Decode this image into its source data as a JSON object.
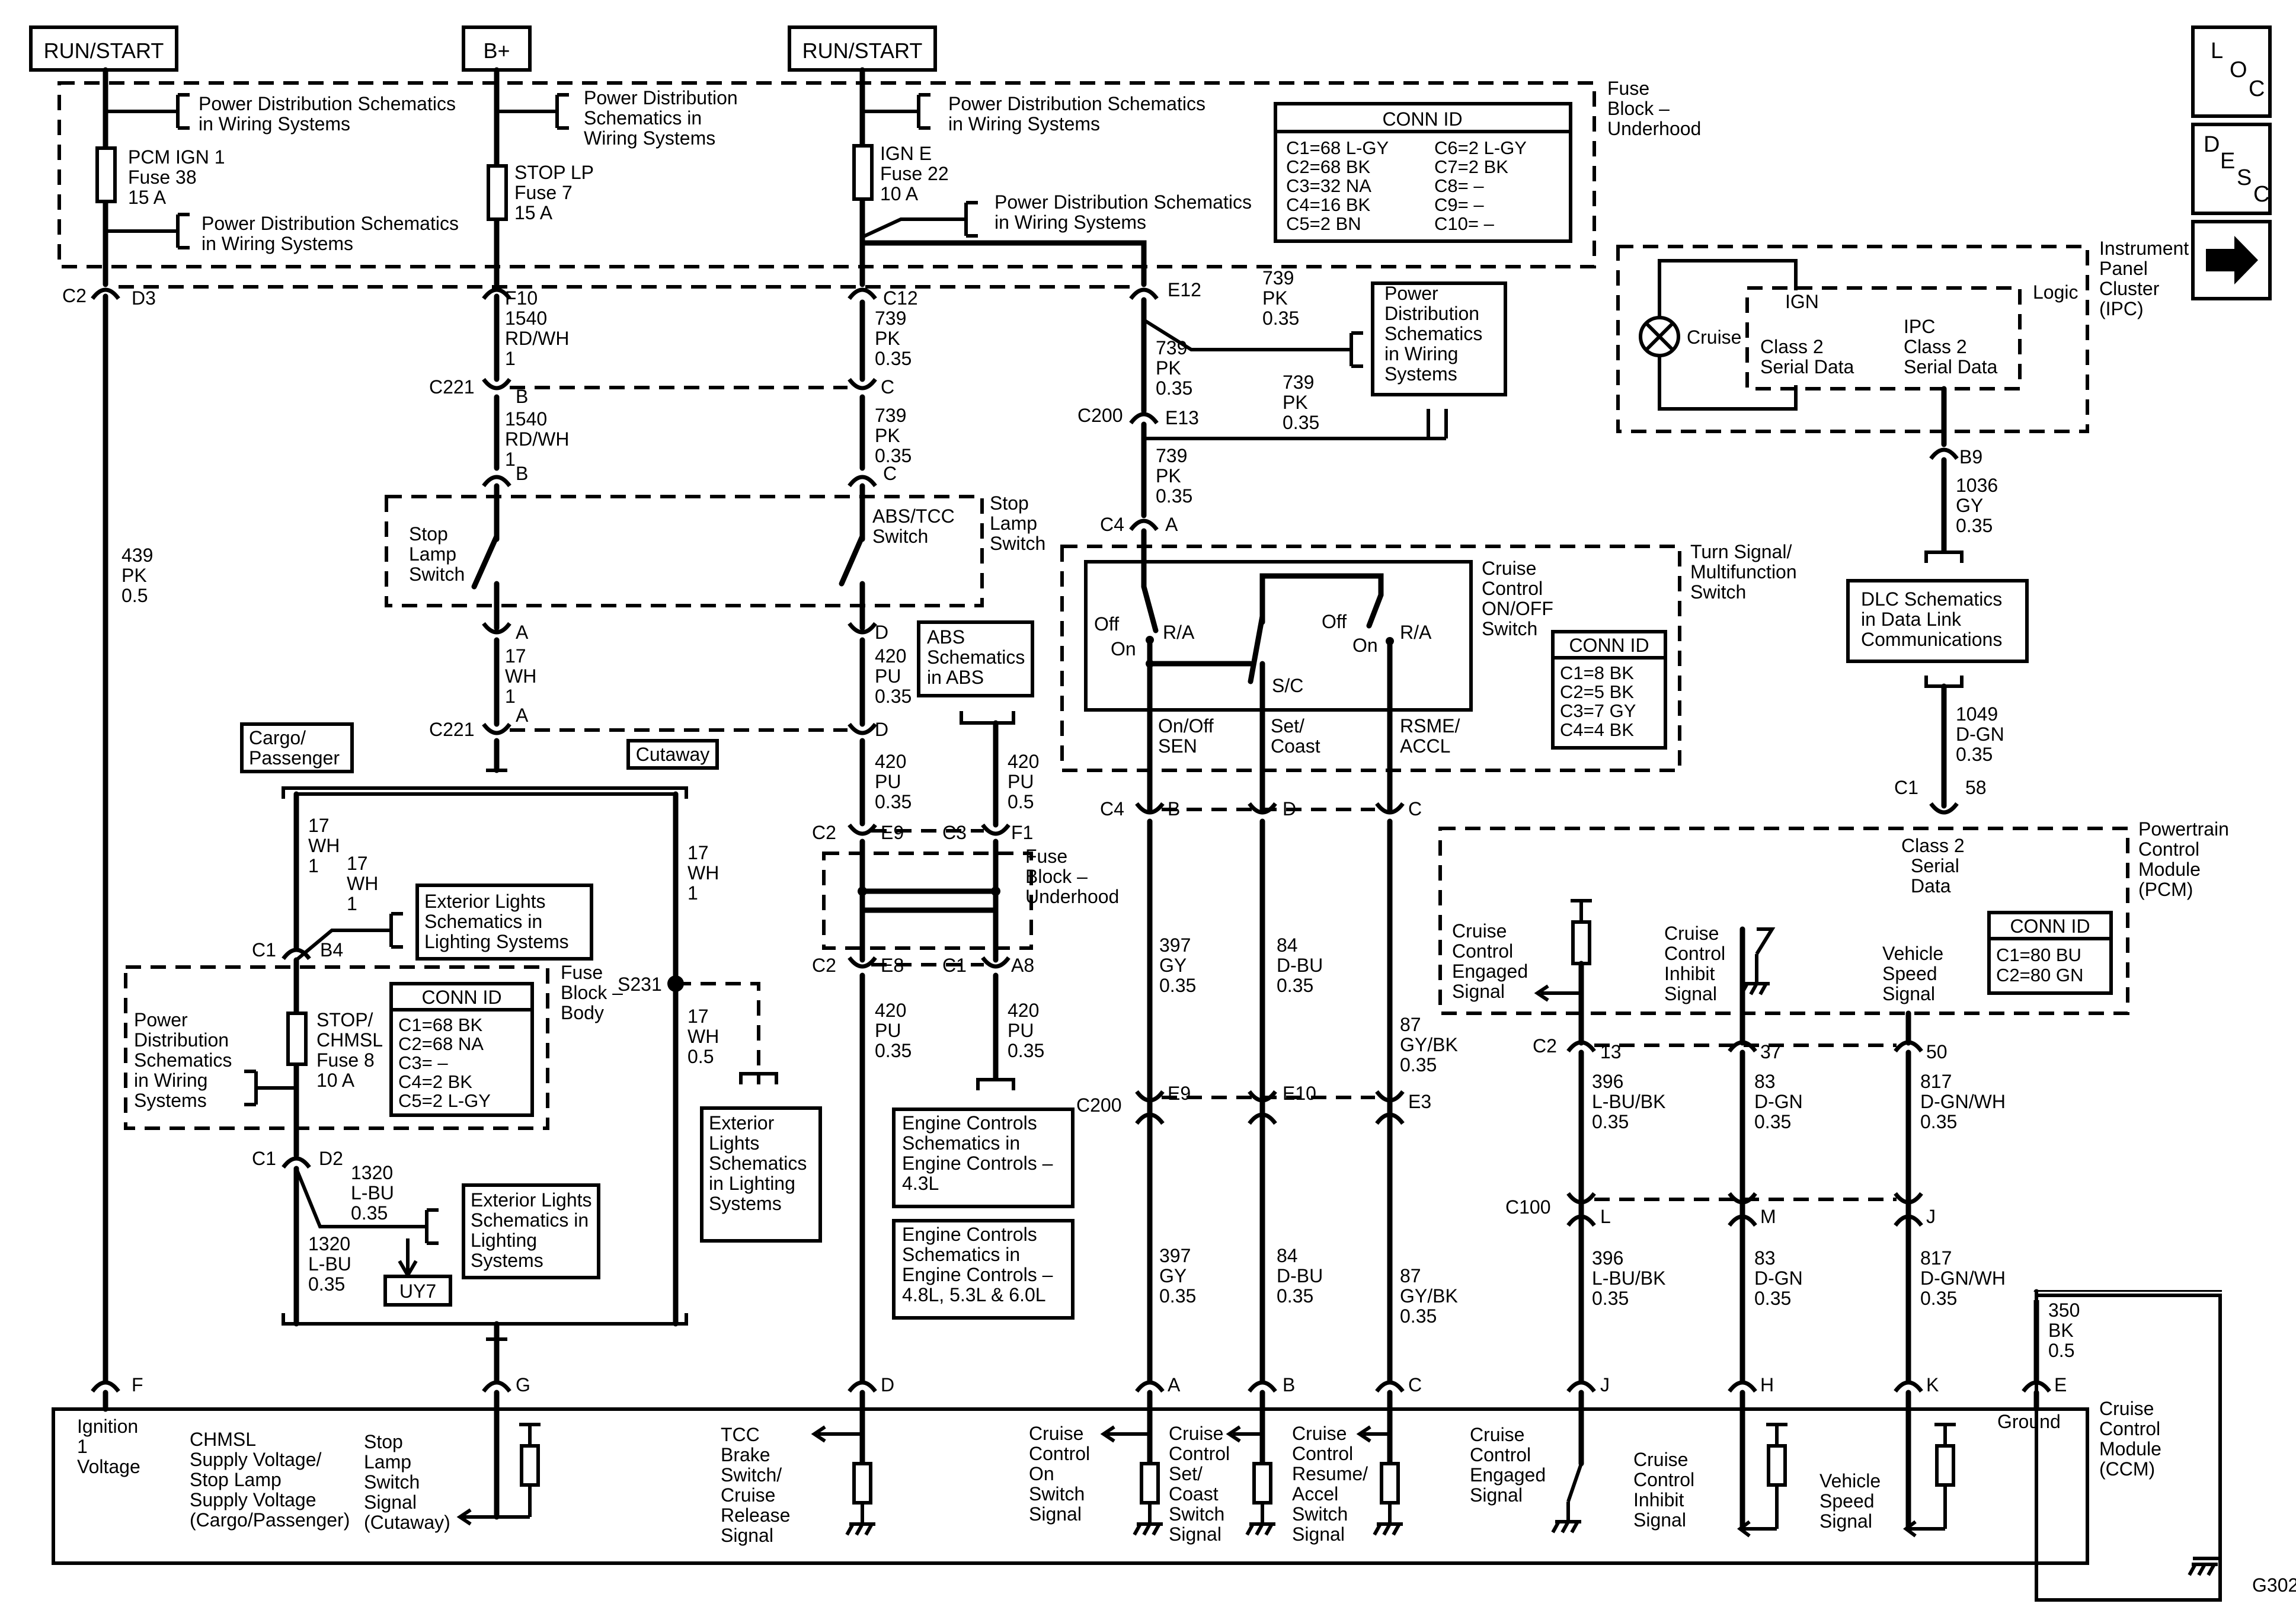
{
  "header": {
    "run_start_left": "RUN/START",
    "b_plus": "B+",
    "run_start_right": "RUN/START"
  },
  "nav": {
    "loc_letters": [
      "L",
      "O",
      "C"
    ],
    "desc_letters": [
      "D",
      "E",
      "S",
      "C"
    ],
    "next_icon": "arrow-right-icon"
  },
  "fuse_block_underhood": {
    "label": [
      "Fuse",
      "Block –",
      "Underhood"
    ],
    "pds_refs": [
      [
        "Power Distribution Schematics",
        "in Wiring Systems"
      ],
      [
        "Power Distribution",
        "Schematics in",
        "Wiring Systems"
      ],
      [
        "Power Distribution Schematics",
        "in Wiring Systems"
      ],
      [
        "Power Distribution Schematics",
        "in Wiring Systems"
      ],
      [
        "Power Distribution Schematics",
        "in Wiring Systems"
      ]
    ],
    "fuses": [
      [
        "PCM IGN 1",
        "Fuse 38",
        "15 A"
      ],
      [
        "STOP LP",
        "Fuse 7",
        "15 A"
      ],
      [
        "IGN E",
        "Fuse 22",
        "10 A"
      ]
    ],
    "conn_id": {
      "title": "CONN ID",
      "left": [
        "C1=68 L-GY",
        "C2=68 BK",
        "C3=32 NA",
        "C4=16 BK",
        "C5=2 BN"
      ],
      "right": [
        "C6=2 L-GY",
        "C7=2 BK",
        "C8= –",
        "C9= –",
        "C10= –"
      ]
    }
  },
  "connectors": {
    "c2": "C2",
    "d3": "D3",
    "f10": "F10",
    "c12": "C12",
    "e12": "E12",
    "c221": "C221",
    "b": "B",
    "c": "C",
    "c200": "C200",
    "e13": "E13",
    "c4": "C4",
    "a": "A",
    "d": "D",
    "c221b": "C221",
    "a2": "A",
    "d2": "D",
    "c2b": "C2",
    "e9": "E9",
    "c3": "C3",
    "f1": "F1",
    "c2c": "C2",
    "e8": "E8",
    "c1": "C1",
    "a8": "A8",
    "c1b": "C1",
    "b4": "B4",
    "c1c": "C1",
    "d2c": "D2",
    "s231": "S231",
    "c4b": "C4",
    "b2": "B",
    "d3c": "D",
    "c3c": "C",
    "c200b": "C200",
    "e9b": "E9",
    "e10": "E10",
    "e3": "E3",
    "b9": "B9",
    "c1d": "C1",
    "fiftyeight": "58",
    "c2d": "C2",
    "thirteen": "13",
    "thirtyseven": "37",
    "fifty": "50",
    "c100": "C100",
    "l": "L",
    "m": "M",
    "j": "J",
    "ccm_pins": [
      "F",
      "G",
      "D",
      "A",
      "B",
      "C",
      "J",
      "H",
      "K",
      "E"
    ]
  },
  "wires": {
    "w1540a": [
      "1540",
      "RD/WH",
      "1"
    ],
    "w1540b": [
      "1540",
      "RD/WH",
      "1"
    ],
    "w739a": [
      "739",
      "PK",
      "0.35"
    ],
    "w739b": [
      "739",
      "PK",
      "0.35"
    ],
    "w739c": [
      "739",
      "PK",
      "0.35"
    ],
    "w739d": [
      "739",
      "PK",
      "0.35"
    ],
    "w739e": [
      "739",
      "PK",
      "0.35"
    ],
    "w739f": [
      "739",
      "PK",
      "0.35"
    ],
    "w439": [
      "439",
      "PK",
      "0.5"
    ],
    "w17a": [
      "17",
      "WH",
      "1"
    ],
    "w17b": [
      "17",
      "WH",
      "1"
    ],
    "w17c": [
      "17",
      "WH",
      "1"
    ],
    "w17d": [
      "17",
      "WH",
      "1"
    ],
    "w17e": [
      "17",
      "WH",
      "0.5"
    ],
    "w420a": [
      "420",
      "PU",
      "0.35"
    ],
    "w420b": [
      "420",
      "PU",
      "0.35"
    ],
    "w420c": [
      "420",
      "PU",
      "0.5"
    ],
    "w420d": [
      "420",
      "PU",
      "0.35"
    ],
    "w420e": [
      "420",
      "PU",
      "0.35"
    ],
    "w1320a": [
      "1320",
      "L-BU",
      "0.35"
    ],
    "w1320b": [
      "1320",
      "L-BU",
      "0.35"
    ],
    "w397a": [
      "397",
      "GY",
      "0.35"
    ],
    "w397b": [
      "397",
      "GY",
      "0.35"
    ],
    "w84a": [
      "84",
      "D-BU",
      "0.35"
    ],
    "w84b": [
      "84",
      "D-BU",
      "0.35"
    ],
    "w87a": [
      "87",
      "GY/BK",
      "0.35"
    ],
    "w87b": [
      "87",
      "GY/BK",
      "0.35"
    ],
    "w1036": [
      "1036",
      "GY",
      "0.35"
    ],
    "w1049": [
      "1049",
      "D-GN",
      "0.35"
    ],
    "w396a": [
      "396",
      "L-BU/BK",
      "0.35"
    ],
    "w396b": [
      "396",
      "L-BU/BK",
      "0.35"
    ],
    "w83a": [
      "83",
      "D-GN",
      "0.35"
    ],
    "w83b": [
      "83",
      "D-GN",
      "0.35"
    ],
    "w817a": [
      "817",
      "D-GN/WH",
      "0.35"
    ],
    "w817b": [
      "817",
      "D-GN/WH",
      "0.35"
    ],
    "w350": [
      "350",
      "BK",
      "0.5"
    ]
  },
  "stop_lamp": {
    "switch_left": [
      "Stop",
      "Lamp",
      "Switch"
    ],
    "abs_tcc": [
      "ABS/TCC",
      "Switch"
    ],
    "label": [
      "Stop",
      "Lamp",
      "Switch"
    ]
  },
  "pds_box": [
    "Power",
    "Distribution",
    "Schematics",
    "in Wiring",
    "Systems"
  ],
  "abs_ref": [
    "ABS",
    "Schematics",
    "in ABS"
  ],
  "fuse_block_2": [
    "Fuse",
    "Block –",
    "Underhood"
  ],
  "turn_signal": {
    "label": [
      "Turn Signal/",
      "Multifunction",
      "Switch"
    ],
    "cc_switch": [
      "Cruise",
      "Control",
      "ON/OFF",
      "Switch"
    ],
    "off1": "Off",
    "on1": "On",
    "ra1": "R/A",
    "off2": "Off",
    "on2": "On",
    "ra2": "R/A",
    "sc": "S/C",
    "outputs": [
      [
        "On/Off",
        "SEN"
      ],
      [
        "Set/",
        "Coast"
      ],
      [
        "RSME/",
        "ACCL"
      ]
    ],
    "conn_id": {
      "title": "CONN ID",
      "rows": [
        "C1=8 BK",
        "C2=5 BK",
        "C3=7 GY",
        "C4=4 BK"
      ]
    }
  },
  "ipc": {
    "label": [
      "Instrument",
      "Panel",
      "Cluster",
      "(IPC)"
    ],
    "logic": "Logic",
    "ign": "IGN",
    "cruise": "Cruise",
    "class2_left": [
      "Class 2",
      "Serial Data"
    ],
    "class2_right": [
      "IPC",
      "Class 2",
      "Serial Data"
    ]
  },
  "dlc_ref": [
    "DLC Schematics",
    "in Data Link",
    "Communications"
  ],
  "pcm": {
    "label": [
      "Powertrain",
      "Control",
      "Module",
      "(PCM)"
    ],
    "class2": [
      "Class 2",
      "Serial",
      "Data"
    ],
    "signals": [
      [
        "Cruise",
        "Control",
        "Engaged",
        "Signal"
      ],
      [
        "Cruise",
        "Control",
        "Inhibit",
        "Signal"
      ],
      [
        "Vehicle",
        "Speed",
        "Signal"
      ]
    ],
    "conn_id": {
      "title": "CONN ID",
      "rows": [
        "C1=80 BU",
        "C2=80 GN"
      ]
    }
  },
  "left_section": {
    "cargo": [
      "Cargo/",
      "Passenger"
    ],
    "cutaway": "Cutaway",
    "ext_lights_1": [
      "Exterior Lights",
      "Schematics in",
      "Lighting Systems"
    ],
    "ext_lights_2": [
      "Exterior Lights",
      "Schematics in",
      "Lighting",
      "Systems"
    ],
    "ext_lights_3": [
      "Exterior",
      "Lights",
      "Schematics",
      "in Lighting",
      "Systems"
    ],
    "pds": [
      "Power",
      "Distribution",
      "Schematics",
      "in Wiring",
      "Systems"
    ],
    "fuse": [
      "STOP/",
      "CHMSL",
      "Fuse 8",
      "10 A"
    ],
    "fuse_block_body": [
      "Fuse",
      "Block –",
      "Body"
    ],
    "conn_id": {
      "title": "CONN ID",
      "rows": [
        "C1=68 BK",
        "C2=68 NA",
        "C3= –",
        "C4=2 BK",
        "C5=2 L-GY"
      ]
    },
    "uy7": "UY7"
  },
  "engine_refs": [
    [
      "Engine Controls",
      "Schematics in",
      "Engine Controls –",
      "4.3L"
    ],
    [
      "Engine Controls",
      "Schematics in",
      "Engine Controls –",
      "4.8L, 5.3L & 6.0L"
    ]
  ],
  "ccm": {
    "label": [
      "Cruise",
      "Control",
      "Module",
      "(CCM)"
    ],
    "ignition": [
      "Ignition",
      "1",
      "Voltage"
    ],
    "chmsl": [
      "CHMSL",
      "Supply Voltage/",
      "Stop Lamp",
      "Supply Voltage",
      "(Cargo/Passenger)"
    ],
    "stop_lamp": [
      "Stop",
      "Lamp",
      "Switch",
      "Signal",
      "(Cutaway)"
    ],
    "tcc": [
      "TCC",
      "Brake",
      "Switch/",
      "Cruise",
      "Release",
      "Signal"
    ],
    "on_switch": [
      "Cruise",
      "Control",
      "On",
      "Switch",
      "Signal"
    ],
    "set_coast": [
      "Cruise",
      "Control",
      "Set/",
      "Coast",
      "Switch",
      "Signal"
    ],
    "resume": [
      "Cruise",
      "Control",
      "Resume/",
      "Accel",
      "Switch",
      "Signal"
    ],
    "engaged": [
      "Cruise",
      "Control",
      "Engaged",
      "Signal"
    ],
    "inhibit": [
      "Cruise",
      "Control",
      "Inhibit",
      "Signal"
    ],
    "speed": [
      "Vehicle",
      "Speed",
      "Signal"
    ],
    "ground": "Ground"
  },
  "ground_id": "G302"
}
